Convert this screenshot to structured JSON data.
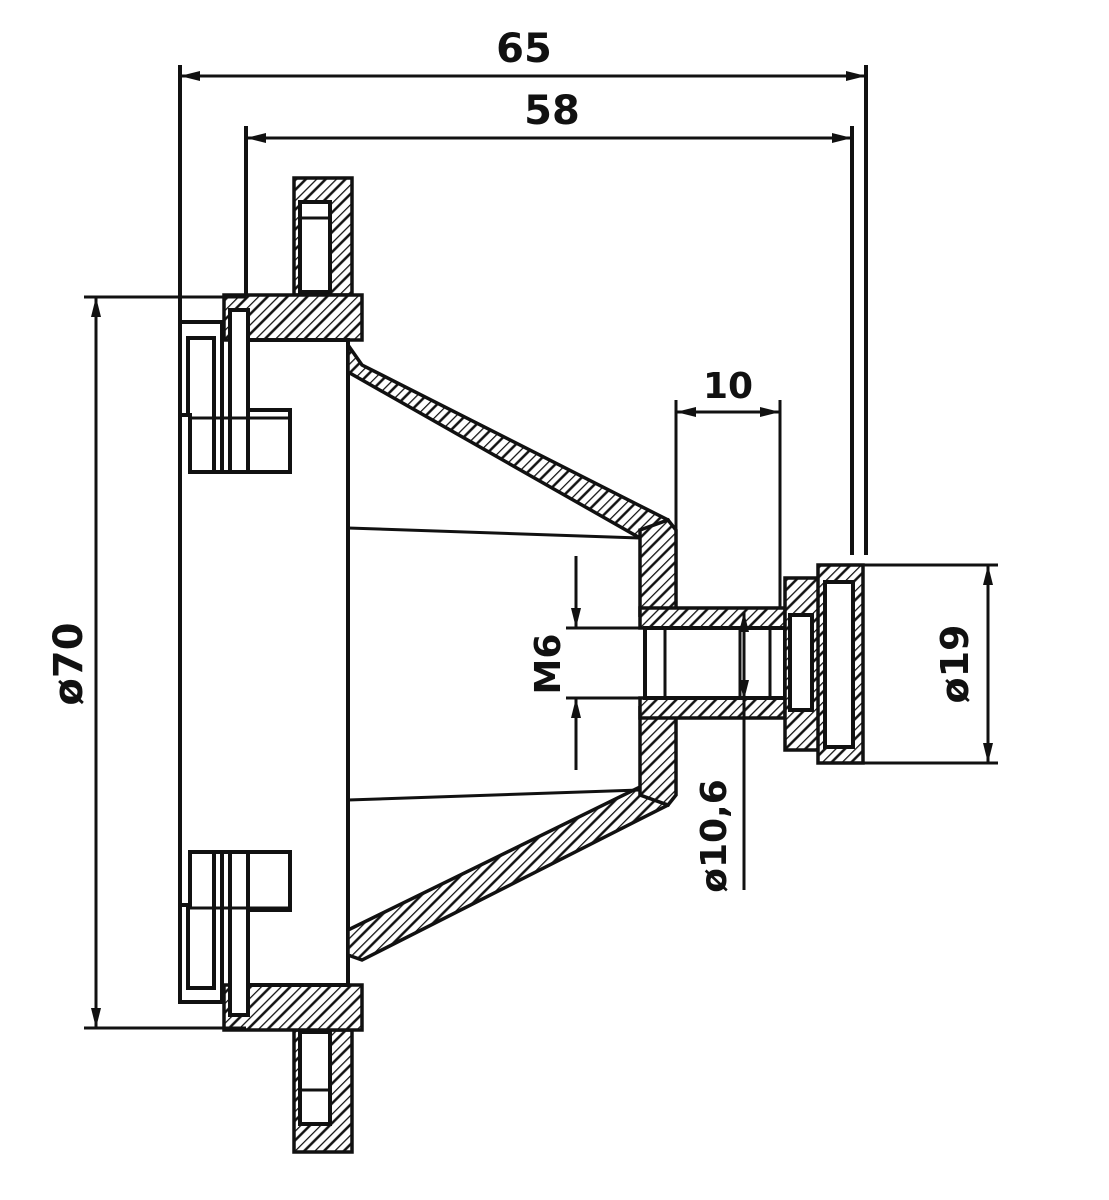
{
  "dimensions": {
    "overall_length": "65",
    "body_length": "58",
    "stud_length": "10",
    "thread": "M6",
    "diameter_flange": "ø70",
    "diameter_cap": "ø19",
    "diameter_hole": "ø10,6"
  },
  "colors": {
    "line": "#111111",
    "background": "#ffffff"
  }
}
